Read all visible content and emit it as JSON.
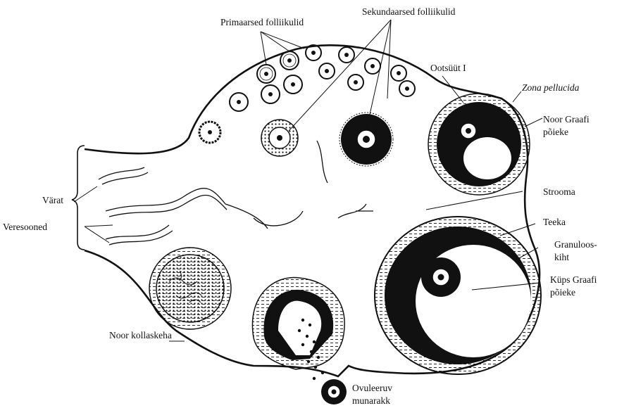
{
  "labels": {
    "primary_follicles": "Primaarsed folliikulid",
    "secondary_follicles": "Sekundaarsed folliikulid",
    "oocyte_one": "Ootsüüt I",
    "zona_pellucida": "Zona pellucida",
    "young_graafian_line1": "Noor Graafi",
    "young_graafian_line2": "põieke",
    "hilum": "Värat",
    "blood_vessels": "Veresooned",
    "stroma": "Strooma",
    "theca": "Teeka",
    "granulosa_line1": "Granuloos-",
    "granulosa_line2": "kiht",
    "mature_graafian_line1": "Küps Graafi",
    "mature_graafian_line2": "põieke",
    "young_corpus_luteum": "Noor kollaskeha",
    "ovulated_oocyte_line1": "Ovuleeruv",
    "ovulated_oocyte_line2": "munarakk"
  },
  "colors": {
    "ink": "#111111",
    "paper": "#ffffff"
  }
}
